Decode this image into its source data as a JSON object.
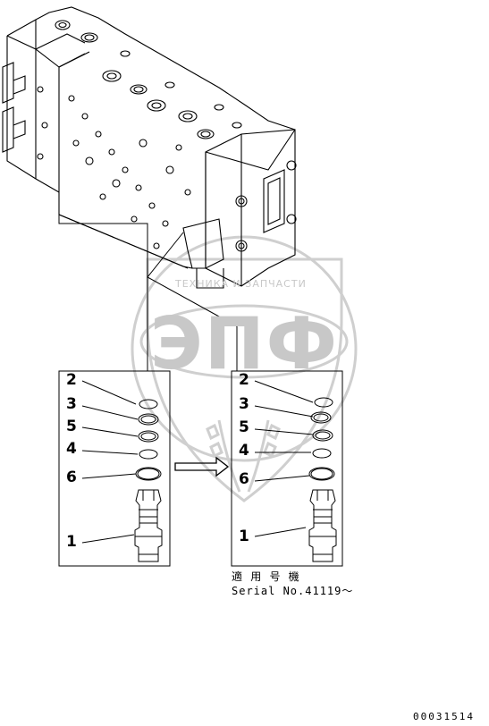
{
  "watermark": {
    "top_text": "ТЕХНИКА И ЗАПЧАСТИ",
    "logo_text": "ЭПФ"
  },
  "callouts_left": [
    "2",
    "3",
    "5",
    "4",
    "6",
    "1"
  ],
  "callouts_right": [
    "2",
    "3",
    "5",
    "4",
    "6",
    "1"
  ],
  "caption": {
    "applicability": "適 用 号 機",
    "serial": "Serial No.41119〜"
  },
  "drawing_number": "00031514"
}
